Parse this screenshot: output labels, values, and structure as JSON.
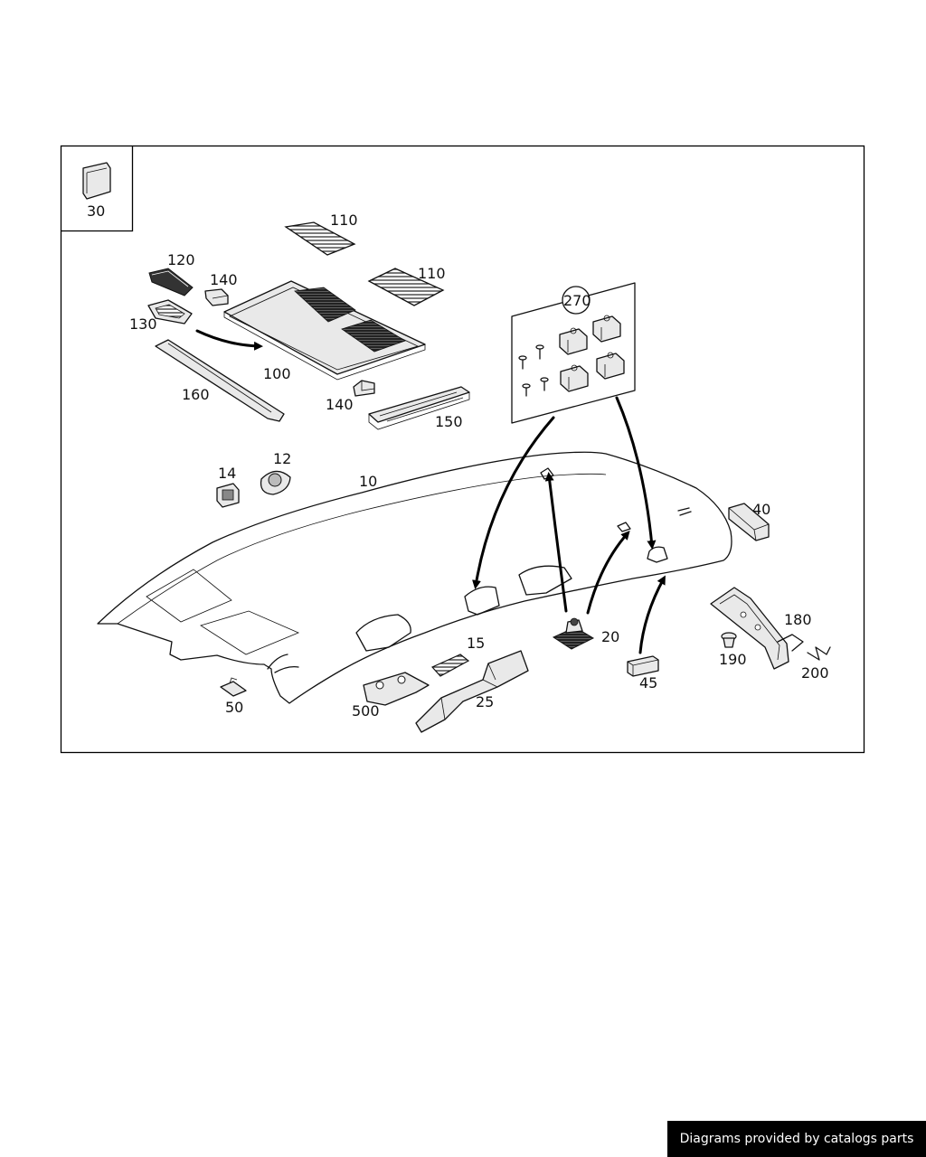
{
  "labels": {
    "l30": "30",
    "l110a": "110",
    "l110b": "110",
    "l120": "120",
    "l140a": "140",
    "l140b": "140",
    "l130": "130",
    "l100": "100",
    "l160": "160",
    "l150": "150",
    "l270": "270",
    "l14": "14",
    "l12": "12",
    "l10": "10",
    "l40": "40",
    "l20": "20",
    "l15": "15",
    "l25": "25",
    "l500": "500",
    "l50": "50",
    "l45": "45",
    "l180": "180",
    "l190": "190",
    "l200": "200"
  },
  "credit": "Diagrams provided by catalogs parts"
}
